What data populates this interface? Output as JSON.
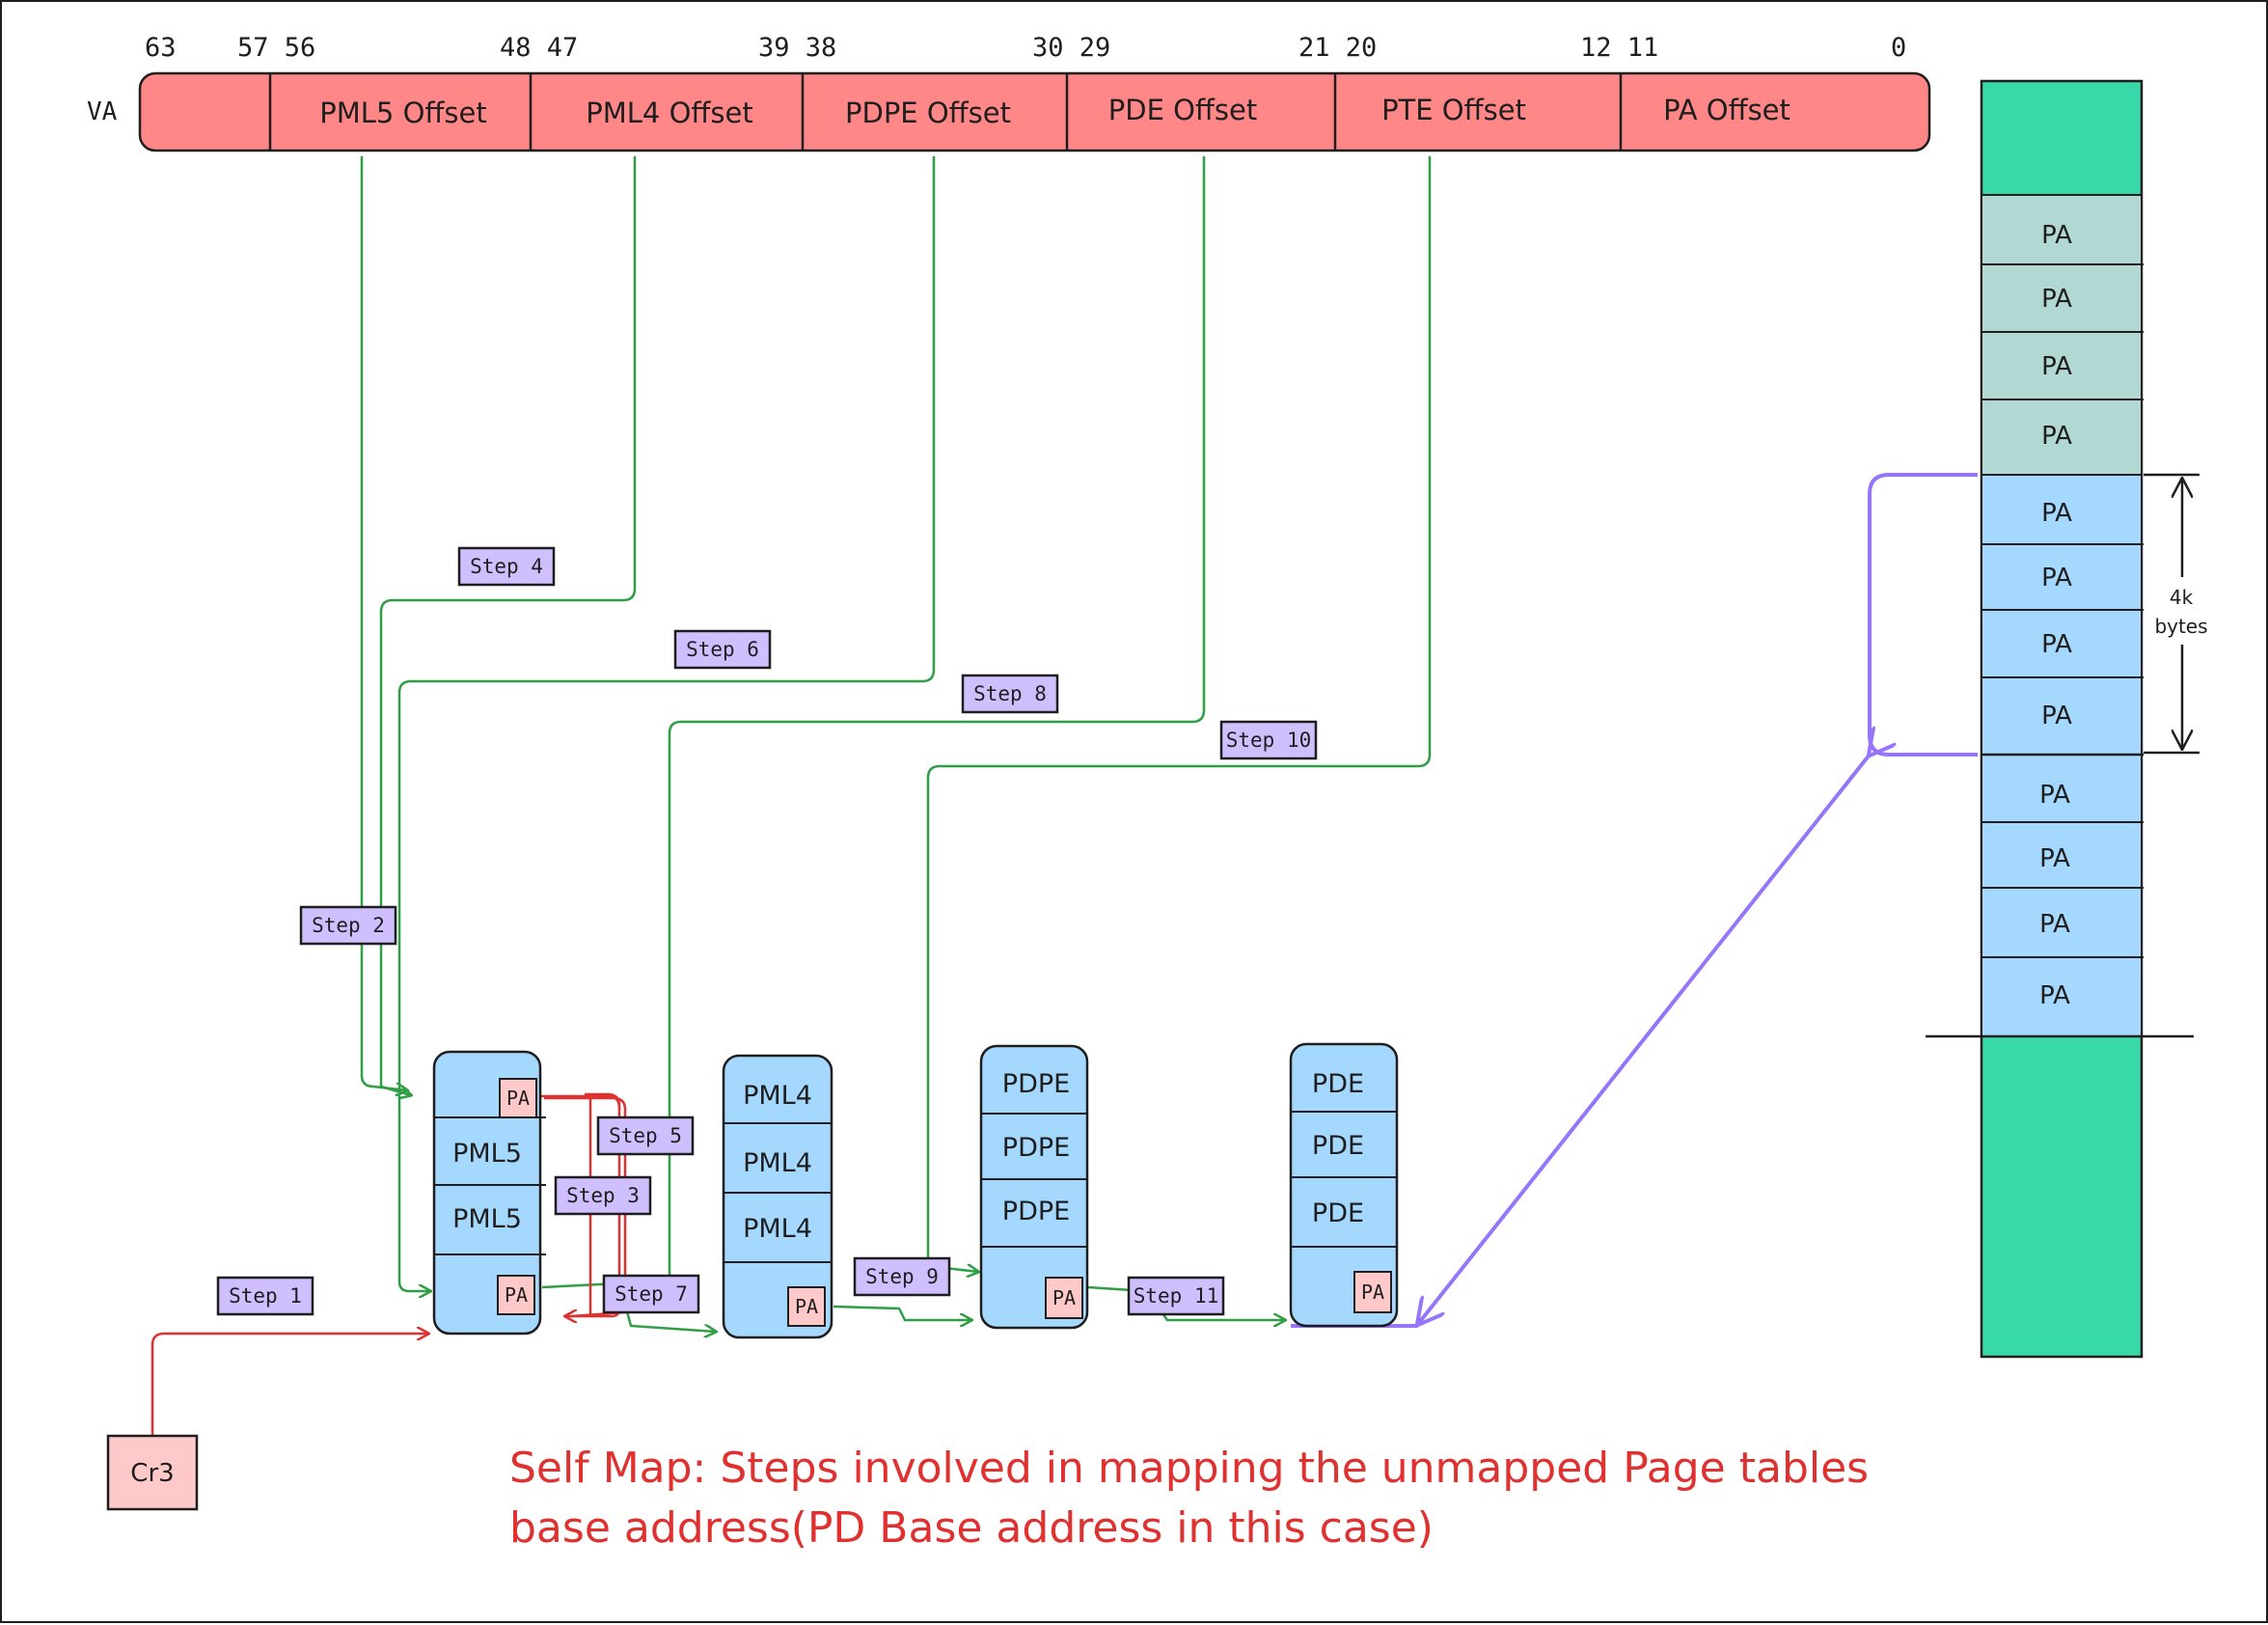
{
  "va": {
    "label": "VA",
    "bits": [
      "63",
      "57 56",
      "48 47",
      "39 38",
      "30 29",
      "21 20",
      "12 11",
      "0"
    ],
    "fields": [
      "PML5 Offset",
      "PML4 Offset",
      "PDPE Offset",
      "PDE Offset",
      "PTE Offset",
      "PA Offset"
    ]
  },
  "steps": [
    "Step 1",
    "Step 2",
    "Step 3",
    "Step 4",
    "Step 5",
    "Step 6",
    "Step 7",
    "Step 8",
    "Step 9",
    "Step 10",
    "Step 11"
  ],
  "cr3": "Cr3",
  "tables": {
    "pml5": {
      "entries": [
        "PML5",
        "PML5"
      ],
      "pa_top": "PA",
      "pa_bottom": "PA"
    },
    "pml4": {
      "entries": [
        "PML4",
        "PML4",
        "PML4"
      ],
      "pa_bottom": "PA"
    },
    "pdpe": {
      "entries": [
        "PDPE",
        "PDPE",
        "PDPE"
      ],
      "pa_bottom": "PA"
    },
    "pde": {
      "entries": [
        "PDE",
        "PDE",
        "PDE"
      ],
      "pa_bottom": "PA"
    }
  },
  "memory": {
    "upper_cells": [
      "PA",
      "PA",
      "PA",
      "PA"
    ],
    "page_cells": [
      "PA",
      "PA",
      "PA",
      "PA"
    ],
    "lower_cells": [
      "PA",
      "PA",
      "PA",
      "PA"
    ],
    "size_label_1": "4k",
    "size_label_2": "bytes"
  },
  "caption": {
    "line1": "Self Map: Steps involved in mapping the unmapped Page tables",
    "line2": "base address(PD Base address in this case)"
  },
  "colors": {
    "va_fill": "#ff8787",
    "table_fill": "#a5d8ff",
    "step_fill": "#d0bfff",
    "pa_fill": "#ffc9c9",
    "memory_top": "#38d9a9",
    "memory_teal": "#b2d8d4",
    "green_line": "#2f9e44",
    "red_line": "#e03131",
    "purple_line": "#9775fa"
  }
}
